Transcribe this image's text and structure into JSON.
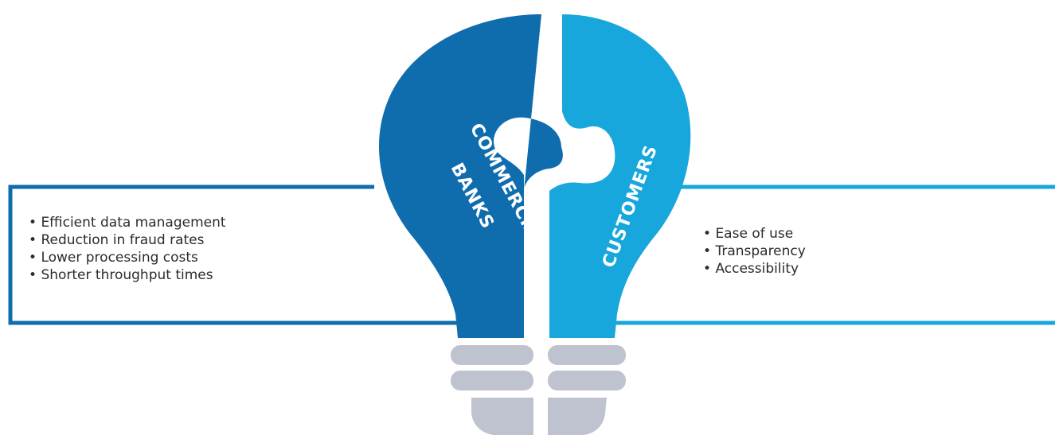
{
  "diagram": {
    "left_piece_label_line1": "COMMERCIAL",
    "left_piece_label_line2": "BANKS",
    "right_piece_label": "CUSTOMERS",
    "left_benefits": [
      "Efficient data management",
      "Reduction in fraud rates",
      "Lower processing costs",
      "Shorter throughput times"
    ],
    "right_benefits": [
      "Ease of use",
      "Transparency",
      "Accessibility"
    ],
    "colors": {
      "dark_blue": "#0F6DAE",
      "light_blue": "#17A7DC",
      "bulb_base_gray": "#BFC2CF",
      "text": "#2b2b2b"
    }
  }
}
